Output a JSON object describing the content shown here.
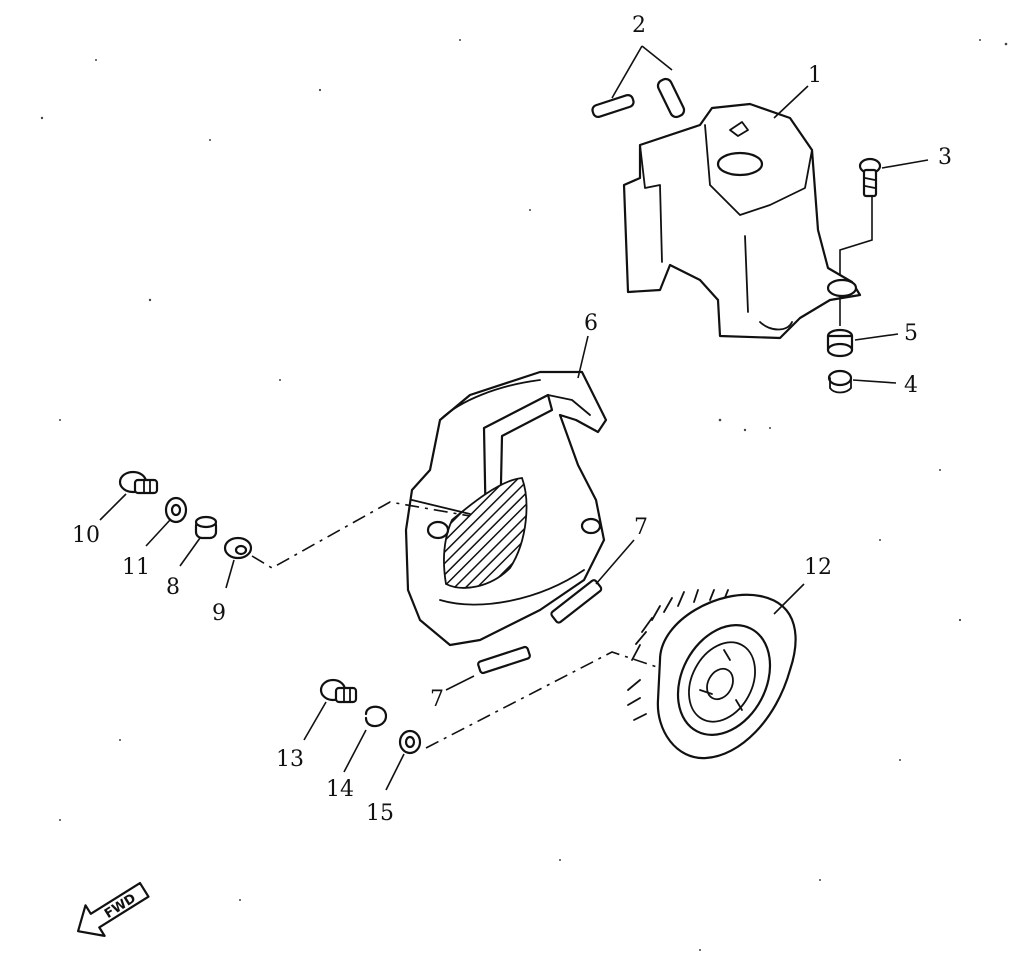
{
  "callouts": {
    "c1": "1",
    "c2": "2",
    "c3": "3",
    "c4": "4",
    "c5": "5",
    "c6": "6",
    "c7a": "7",
    "c7b": "7",
    "c8": "8",
    "c9": "9",
    "c10": "10",
    "c11": "11",
    "c12": "12",
    "c13": "13",
    "c14": "14",
    "c15": "15"
  },
  "fwd_label": "FWD"
}
